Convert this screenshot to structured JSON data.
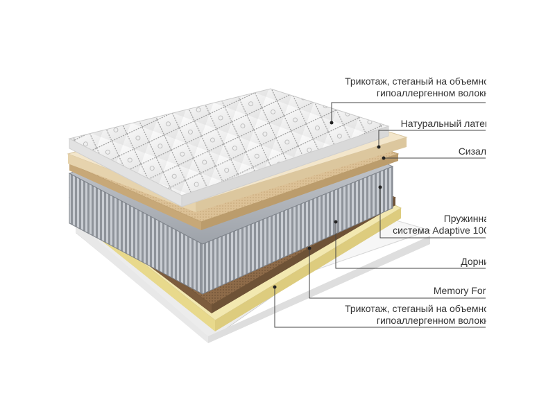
{
  "layers": [
    {
      "lines": [
        "Трикотаж, стеганый на объемно",
        "гипоаллергенном волокн"
      ]
    },
    {
      "lines": [
        "Натуральный латек"
      ]
    },
    {
      "lines": [
        "Сизал"
      ]
    },
    {
      "lines": [
        "Пружинна",
        "система Adaptive 100"
      ]
    },
    {
      "lines": [
        "Дорни"
      ]
    },
    {
      "lines": [
        "Memory Forr"
      ]
    },
    {
      "lines": [
        "Трикотаж, стеганый на объемно",
        "гипоаллергенном волокн"
      ]
    }
  ],
  "colors": {
    "quilt": "#f3f3f3",
    "latex": "#f2e3c7",
    "sisal": "#d6b98c",
    "springs": "#b8bcc2",
    "coconut": "#8c6a48",
    "memory_foam": "#f1e6a8",
    "bottom_cover": "#f4f4f4",
    "leader_line": "#444444"
  }
}
